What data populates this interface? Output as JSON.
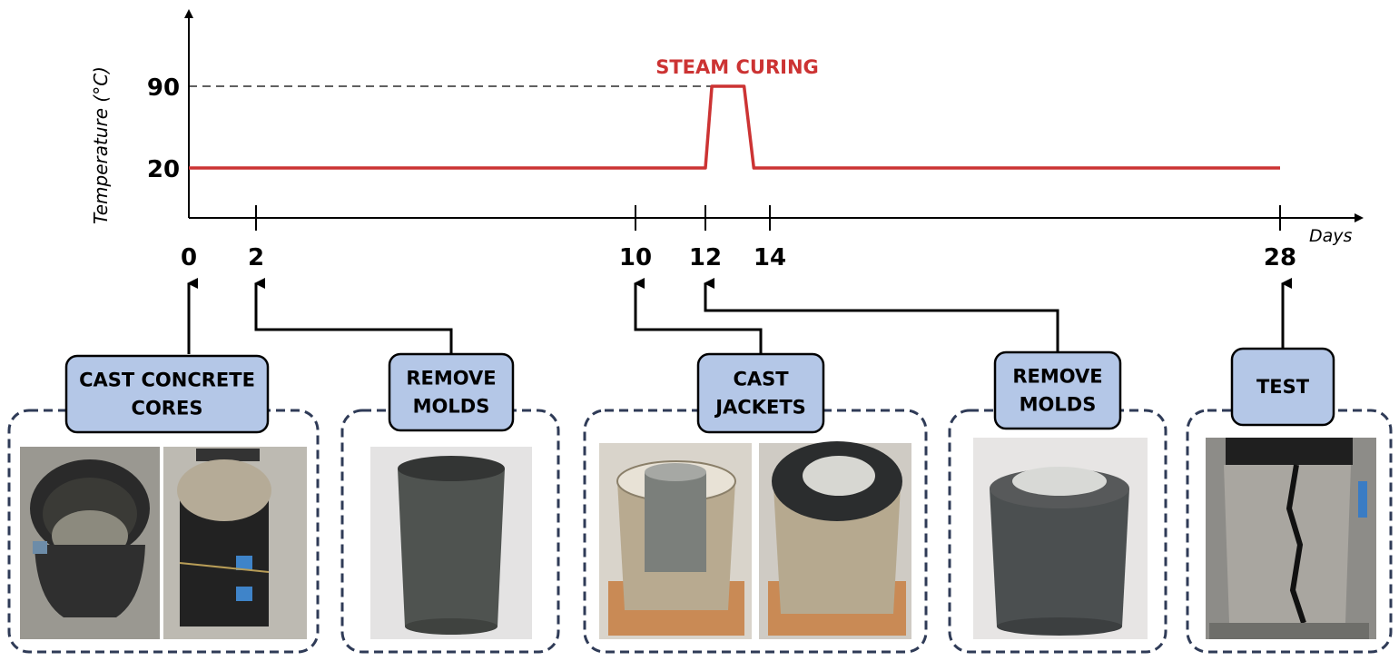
{
  "chart_data": {
    "type": "line",
    "ylabel": "Temperature (°C)",
    "xlabel": "Days",
    "x_ticks": [
      "0",
      "2",
      "10",
      "12",
      "14",
      "28"
    ],
    "y_ticks": [
      "20",
      "90"
    ],
    "series": [
      {
        "x": [
          0,
          12,
          12.2,
          13.2,
          13.5,
          28
        ],
        "y": [
          20,
          20,
          90,
          90,
          20,
          20
        ]
      }
    ],
    "annotation": "STEAM CURING",
    "line_color": "#cc3333"
  },
  "steps": [
    {
      "label": [
        "CAST CONCRETE",
        "CORES"
      ],
      "day": "0"
    },
    {
      "label": [
        "REMOVE",
        "MOLDS"
      ],
      "day": "2"
    },
    {
      "label": [
        "CAST",
        "JACKETS"
      ],
      "day": "10"
    },
    {
      "label": [
        "REMOVE",
        "MOLDS"
      ],
      "day": "12"
    },
    {
      "label": [
        "TEST"
      ],
      "day": "28"
    }
  ],
  "photos": [
    "bucket-mold-with-fresh-concrete-photo",
    "capped-core-mold-photo",
    "demolded-concrete-core-photo",
    "core-inside-jacket-mold-photo",
    "jacket-mold-filled-photo",
    "jacketed-specimen-photo",
    "failed-specimen-under-test-photo"
  ]
}
